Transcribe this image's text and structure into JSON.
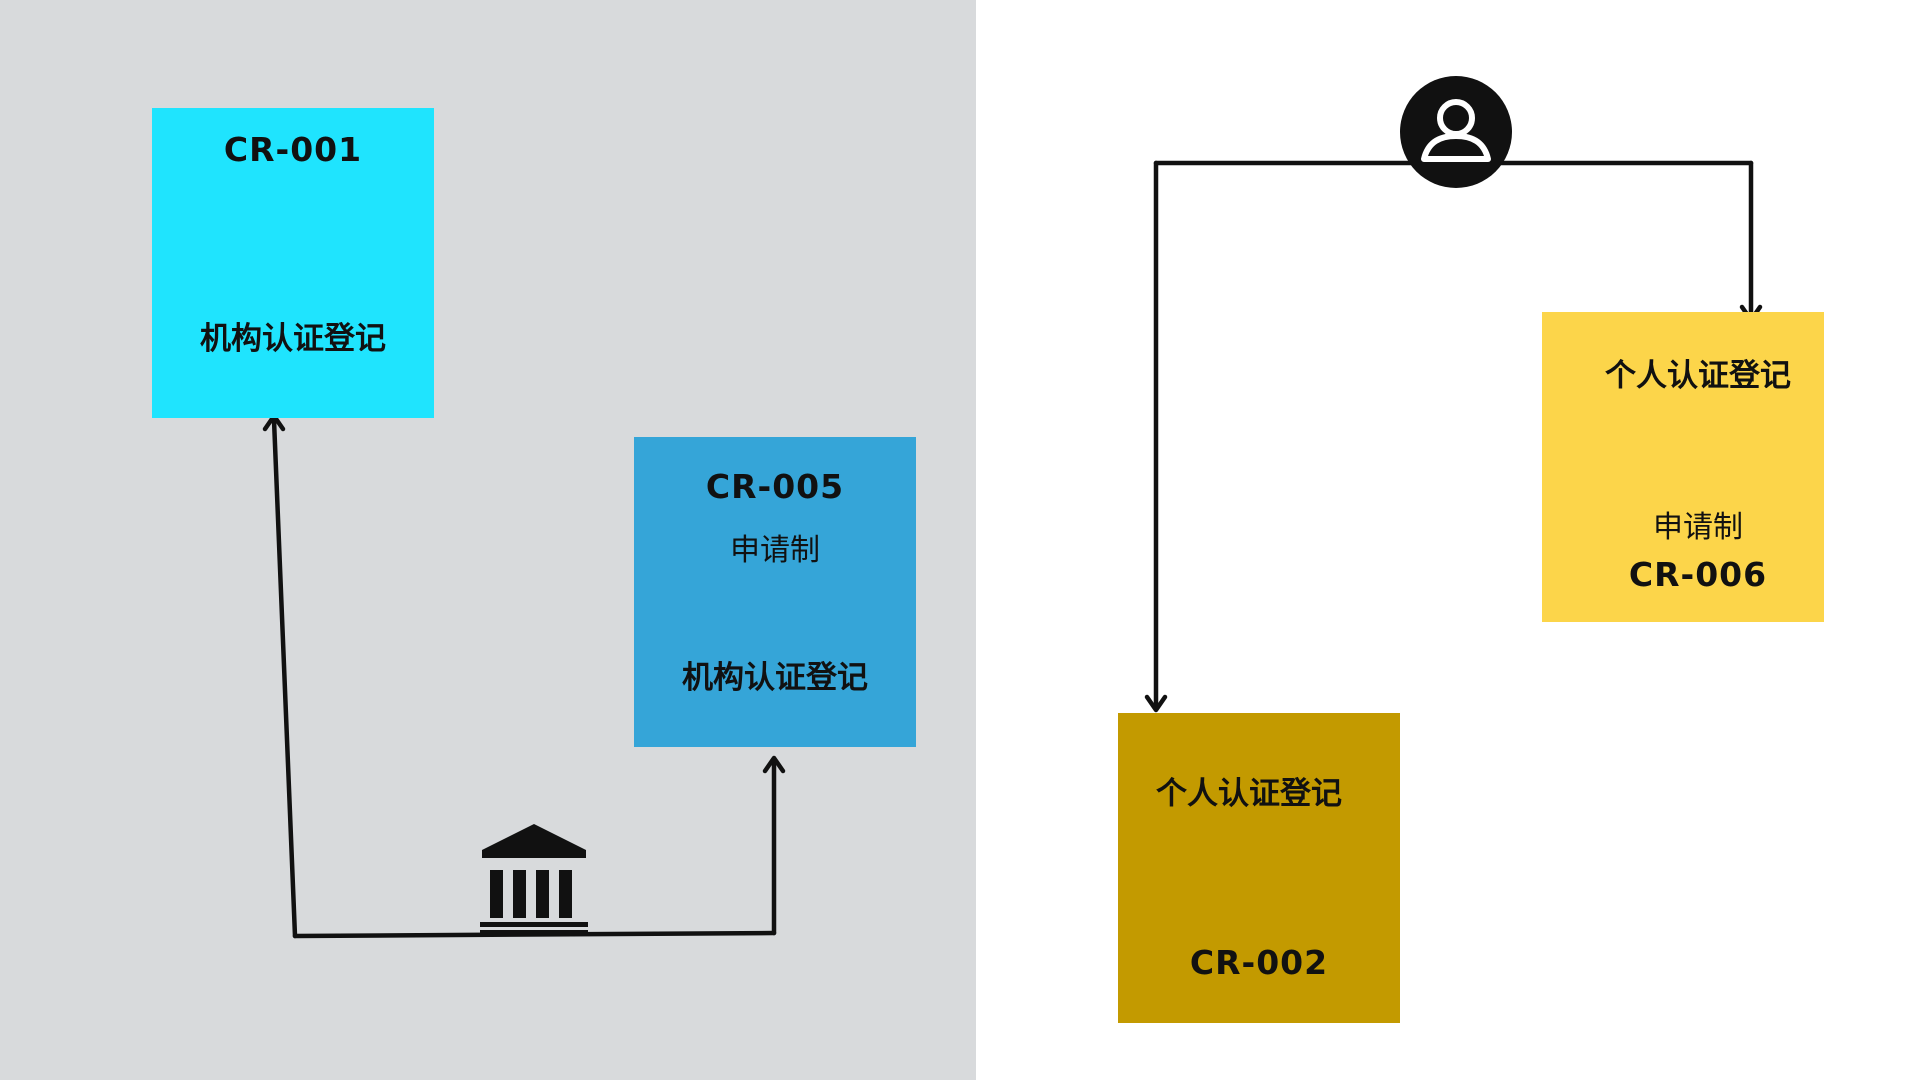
{
  "colors": {
    "left_background": "#d8dadc",
    "right_background": "#ffffff",
    "cr001_fill": "#1fe4fe",
    "cr005_fill": "#35a5d8",
    "cr006_fill": "#fcd54a",
    "cr002_fill": "#c39a00",
    "line": "#111111"
  },
  "icons": {
    "institution": "bank-building-icon",
    "person": "user-circle-icon"
  },
  "cards": {
    "cr001": {
      "code": "CR-001",
      "label": "机构认证登记"
    },
    "cr005": {
      "code": "CR-005",
      "sublabel": "申请制",
      "label": "机构认证登记"
    },
    "cr006": {
      "label": "个人认证登记",
      "sublabel": "申请制",
      "code": "CR-006"
    },
    "cr002": {
      "label": "个人认证登记",
      "code": "CR-002"
    }
  }
}
